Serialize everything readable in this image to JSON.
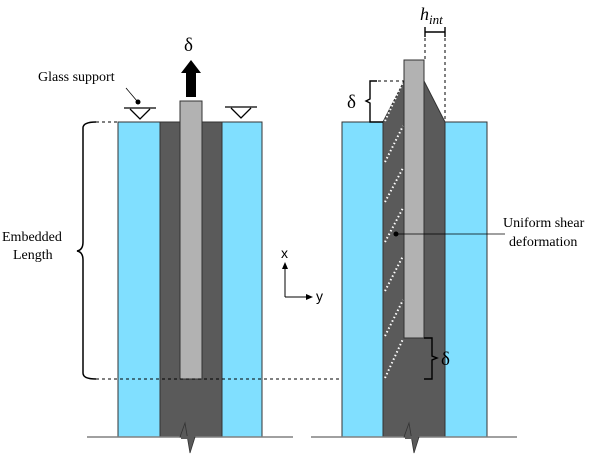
{
  "figure": {
    "type": "pull-out test schematic",
    "colors": {
      "glass": "#80DFFF",
      "interlayer": "#5A5A5A",
      "bar": "#B2B2B2",
      "outline": "#333333",
      "ground": "#808080",
      "shear_dots": "#FFFFFF"
    }
  },
  "labels": {
    "glass_support": "Glass support",
    "delta_top": "δ",
    "embedded_length_line1": "Embedded",
    "embedded_length_line2": "Length",
    "axis_x": "x",
    "axis_y": "y",
    "h_int_base": "h",
    "h_int_sub": "int",
    "delta_right_top": "δ",
    "delta_right_bottom": "δ",
    "uniform_shear_line1": "Uniform shear",
    "uniform_shear_line2": "deformation"
  },
  "panels": [
    {
      "name": "undeformed",
      "description": "Embedded bar between two glass plates with interlayer, load applied upward"
    },
    {
      "name": "deformed",
      "description": "Bar displaced by δ with uniform shear deformation of interlayer"
    }
  ]
}
